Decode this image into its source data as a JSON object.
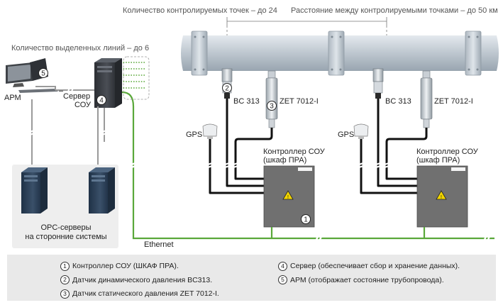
{
  "top_labels": {
    "points": "Количество контролируемых точек – до 24",
    "distance": "Расстояние между контролируемыми точками – до 50 км",
    "lines": "Количество выделенных линий – до 6"
  },
  "nodes": {
    "arm": "АРМ",
    "server_line1": "Сервер",
    "server_line2": "СОУ",
    "opc_line1": "OPC-серверы",
    "opc_line2": "на сторонние системы",
    "gps1": "GPS",
    "gps2": "GPS",
    "bc313_1": "BC 313",
    "bc313_2": "BC 313",
    "zet_1": "ZET 7012-I",
    "zet_2": "ZET 7012-I",
    "controller1_line1": "Контроллер СОУ",
    "controller1_line2": "(шкаф ПРА)",
    "controller2_line1": "Контроллер СОУ",
    "controller2_line2": "(шкаф ПРА)",
    "ethernet": "Ethernet"
  },
  "markers": {
    "m1": "1",
    "m2": "2",
    "m3": "3",
    "m4": "4",
    "m5": "5"
  },
  "legend": [
    {
      "num": "1",
      "text": "Контроллер СОУ (ШКАФ ПРА)."
    },
    {
      "num": "4",
      "text": "Сервер (обеспечивает сбор и хранение данных)."
    },
    {
      "num": "2",
      "text": "Датчик динамического давления BC313."
    },
    {
      "num": "5",
      "text": "АРМ (отображает состояние трубопровода)."
    },
    {
      "num": "3",
      "text": "Датчик статического давления ZET 7012-I."
    }
  ],
  "colors": {
    "pipe": "#b9c3cc",
    "pipe_flange": "#c8d0d7",
    "cabinet": "#6f6f6f",
    "server": "#3a3d42",
    "opc_server": "#2f4258",
    "ethernet": "#5aa83a",
    "cable": "#111111",
    "legend_bg": "#e9e9e9"
  }
}
